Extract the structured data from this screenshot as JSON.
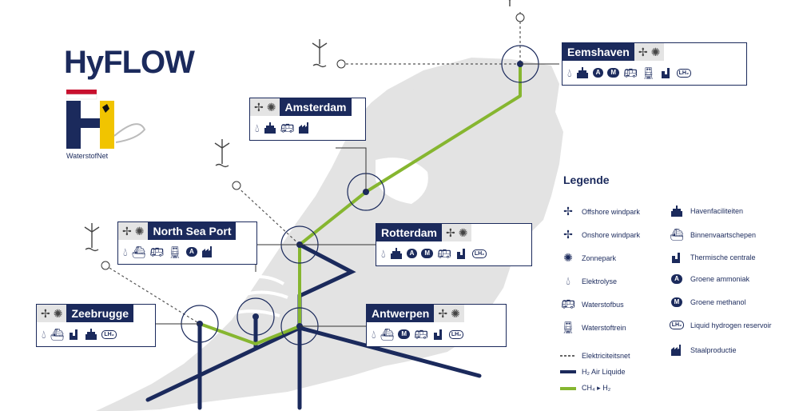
{
  "brand": {
    "title": "HyFLOW",
    "caption": "WaterstofNet",
    "colors": {
      "navy": "#1b2a5c",
      "green": "#86b630",
      "land": "#e3e3e3",
      "flag_red": "#c8102e",
      "flag_yellow": "#f1c400"
    }
  },
  "hubs": [
    {
      "id": "eemshaven",
      "name": "Eemshaven",
      "energy_order": "name-first",
      "energy": [
        "onshore-wind-icon",
        "solar-icon"
      ],
      "icons": [
        "drop",
        "port",
        "A",
        "M",
        "bus",
        "train",
        "plant",
        "LH2"
      ]
    },
    {
      "id": "amsterdam",
      "name": "Amsterdam",
      "energy_order": "energy-first",
      "energy": [
        "onshore-wind-icon",
        "solar-icon"
      ],
      "icons": [
        "drop",
        "port",
        "bus",
        "steel"
      ]
    },
    {
      "id": "north-sea-port",
      "name": "North Sea Port",
      "energy_order": "energy-first",
      "energy": [
        "onshore-wind-icon",
        "solar-icon"
      ],
      "icons": [
        "drop",
        "ship",
        "bus",
        "train",
        "A",
        "steel"
      ]
    },
    {
      "id": "rotterdam",
      "name": "Rotterdam",
      "energy_order": "name-first",
      "energy": [
        "onshore-wind-icon",
        "solar-icon"
      ],
      "icons": [
        "drop",
        "port",
        "A",
        "M",
        "bus",
        "plant",
        "LH2"
      ]
    },
    {
      "id": "zeebrugge",
      "name": "Zeebrugge",
      "energy_order": "energy-first",
      "energy": [
        "onshore-wind-icon",
        "solar-icon"
      ],
      "icons": [
        "drop",
        "ship",
        "plant",
        "port",
        "LH2"
      ]
    },
    {
      "id": "antwerpen",
      "name": "Antwerpen",
      "energy_order": "name-first",
      "energy": [
        "onshore-wind-icon",
        "solar-icon"
      ],
      "icons": [
        "drop",
        "ship",
        "M",
        "bus",
        "plant",
        "LH2"
      ]
    }
  ],
  "legend": {
    "title": "Legende",
    "col1": [
      {
        "icon": "offshore-wind",
        "label": "Offshore windpark"
      },
      {
        "icon": "onshore-wind",
        "label": "Onshore windpark"
      },
      {
        "icon": "solar",
        "label": "Zonnepark"
      },
      {
        "icon": "drop",
        "label": "Elektrolyse"
      },
      {
        "icon": "bus",
        "label": "Waterstofbus"
      },
      {
        "icon": "train",
        "label": "Waterstoftrein"
      }
    ],
    "col2": [
      {
        "icon": "port",
        "label": "Havenfaciliteiten"
      },
      {
        "icon": "ship",
        "label": "Binnenvaartschepen"
      },
      {
        "icon": "plant",
        "label": "Thermische centrale"
      },
      {
        "icon": "A",
        "label": "Groene ammoniak"
      },
      {
        "icon": "M",
        "label": "Groene methanol"
      },
      {
        "icon": "LH2",
        "label": "Liquid hydrogen reservoir"
      },
      {
        "icon": "steel",
        "label": "Staalproductie"
      }
    ],
    "lines": [
      {
        "style": "dashed-grid",
        "label": "Elektriciteitsnet"
      },
      {
        "style": "navy",
        "label": "H₂ Air Liquide"
      },
      {
        "style": "green",
        "label": "CH₄ ▸ H₂"
      }
    ]
  },
  "icon_text": {
    "A": "A",
    "M": "M",
    "LH2": "LH₂"
  }
}
